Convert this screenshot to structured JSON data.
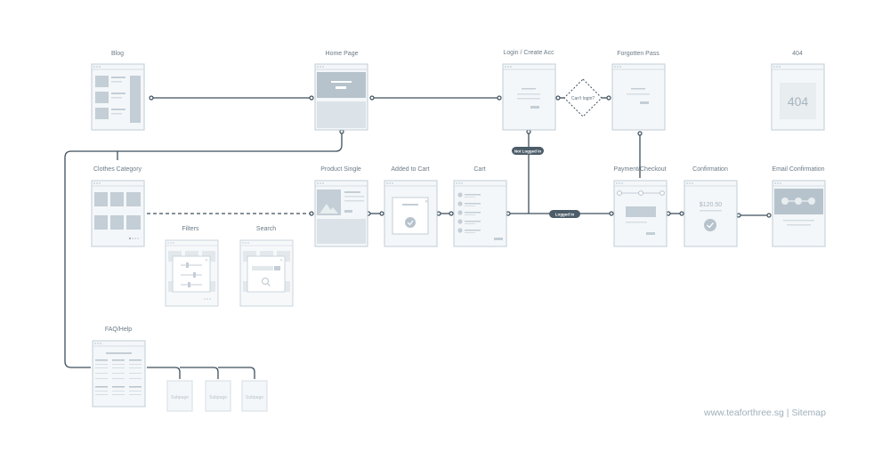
{
  "pages": {
    "blog": "Blog",
    "home": "Home Page",
    "login": "Login / Create Acc",
    "forgotten": "Forgotten Pass",
    "notfound": "404",
    "category": "Clothes Category",
    "product": "Product Single",
    "added": "Added to Cart",
    "cart": "Cart",
    "payment": "Payment/Checkout",
    "confirmation": "Confirmation",
    "email": "Email Confirmation",
    "filters": "Filters",
    "search": "Search",
    "faq": "FAQ/Help"
  },
  "decision": {
    "text": "Can't login?"
  },
  "badges": {
    "not_logged_in": "Not Logged In",
    "logged_in": "Logged In"
  },
  "screen_text": {
    "notfound": "404",
    "price": "$120.50",
    "subpages": [
      "Subpage",
      "Subpage",
      "Subpage"
    ]
  },
  "footer": {
    "credit": "www.teaforthree.sg | Sitemap"
  },
  "colors": {
    "line": "#3e4f5c",
    "frame_stroke": "#bfcdd6",
    "frame_fill": "#f4f7f9",
    "block_fill": "#c3ced6",
    "pill": "#4c5c69"
  }
}
